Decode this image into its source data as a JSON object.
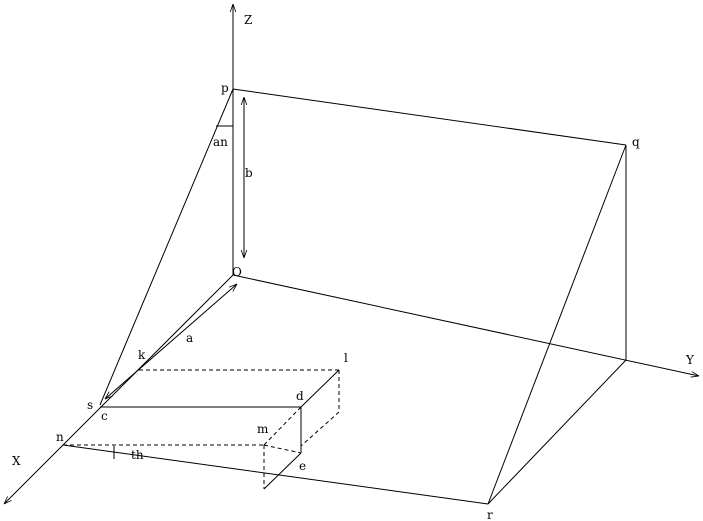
{
  "labels": {
    "axis_z": "Z",
    "axis_y": "Y",
    "axis_x": "X",
    "origin": "O",
    "p": "p",
    "q": "q",
    "r": "r",
    "s": "s",
    "c": "c",
    "n": "n",
    "d": "d",
    "m": "m",
    "l": "l",
    "k": "k",
    "e": "e",
    "a": "a",
    "b": "b",
    "an": "an",
    "th": "th"
  }
}
